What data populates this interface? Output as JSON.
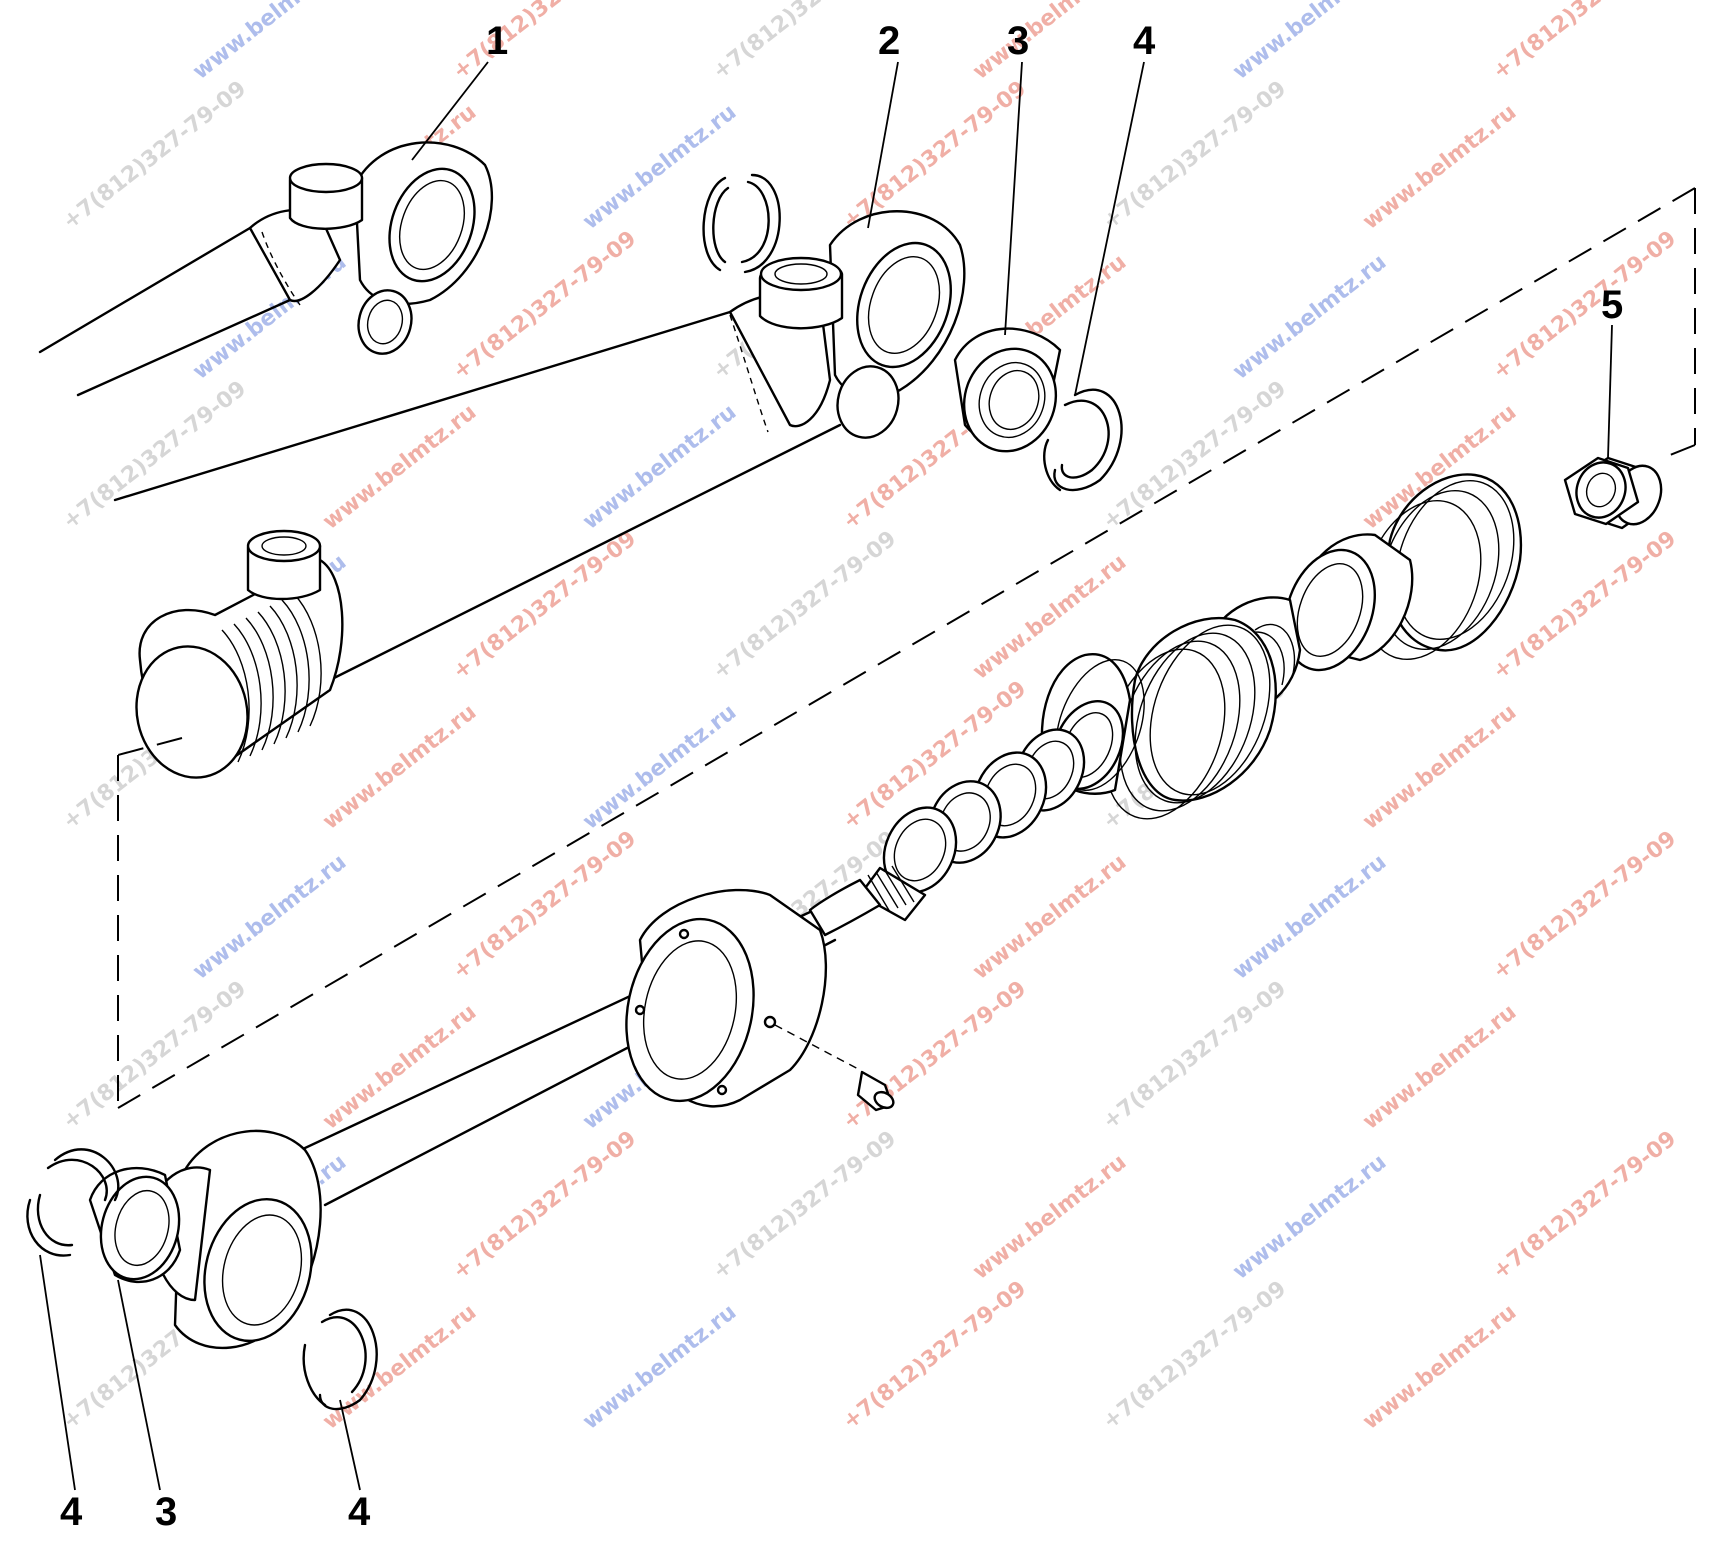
{
  "callouts": {
    "c1": "1",
    "c2": "2",
    "c3_top": "3",
    "c4_top": "4",
    "c5": "5",
    "c4_bottom_left": "4",
    "c3_bottom": "3",
    "c4_bottom_right": "4"
  },
  "watermarks": {
    "site": "www.belmtz.ru",
    "phone": "+7(812)327-79-09"
  }
}
